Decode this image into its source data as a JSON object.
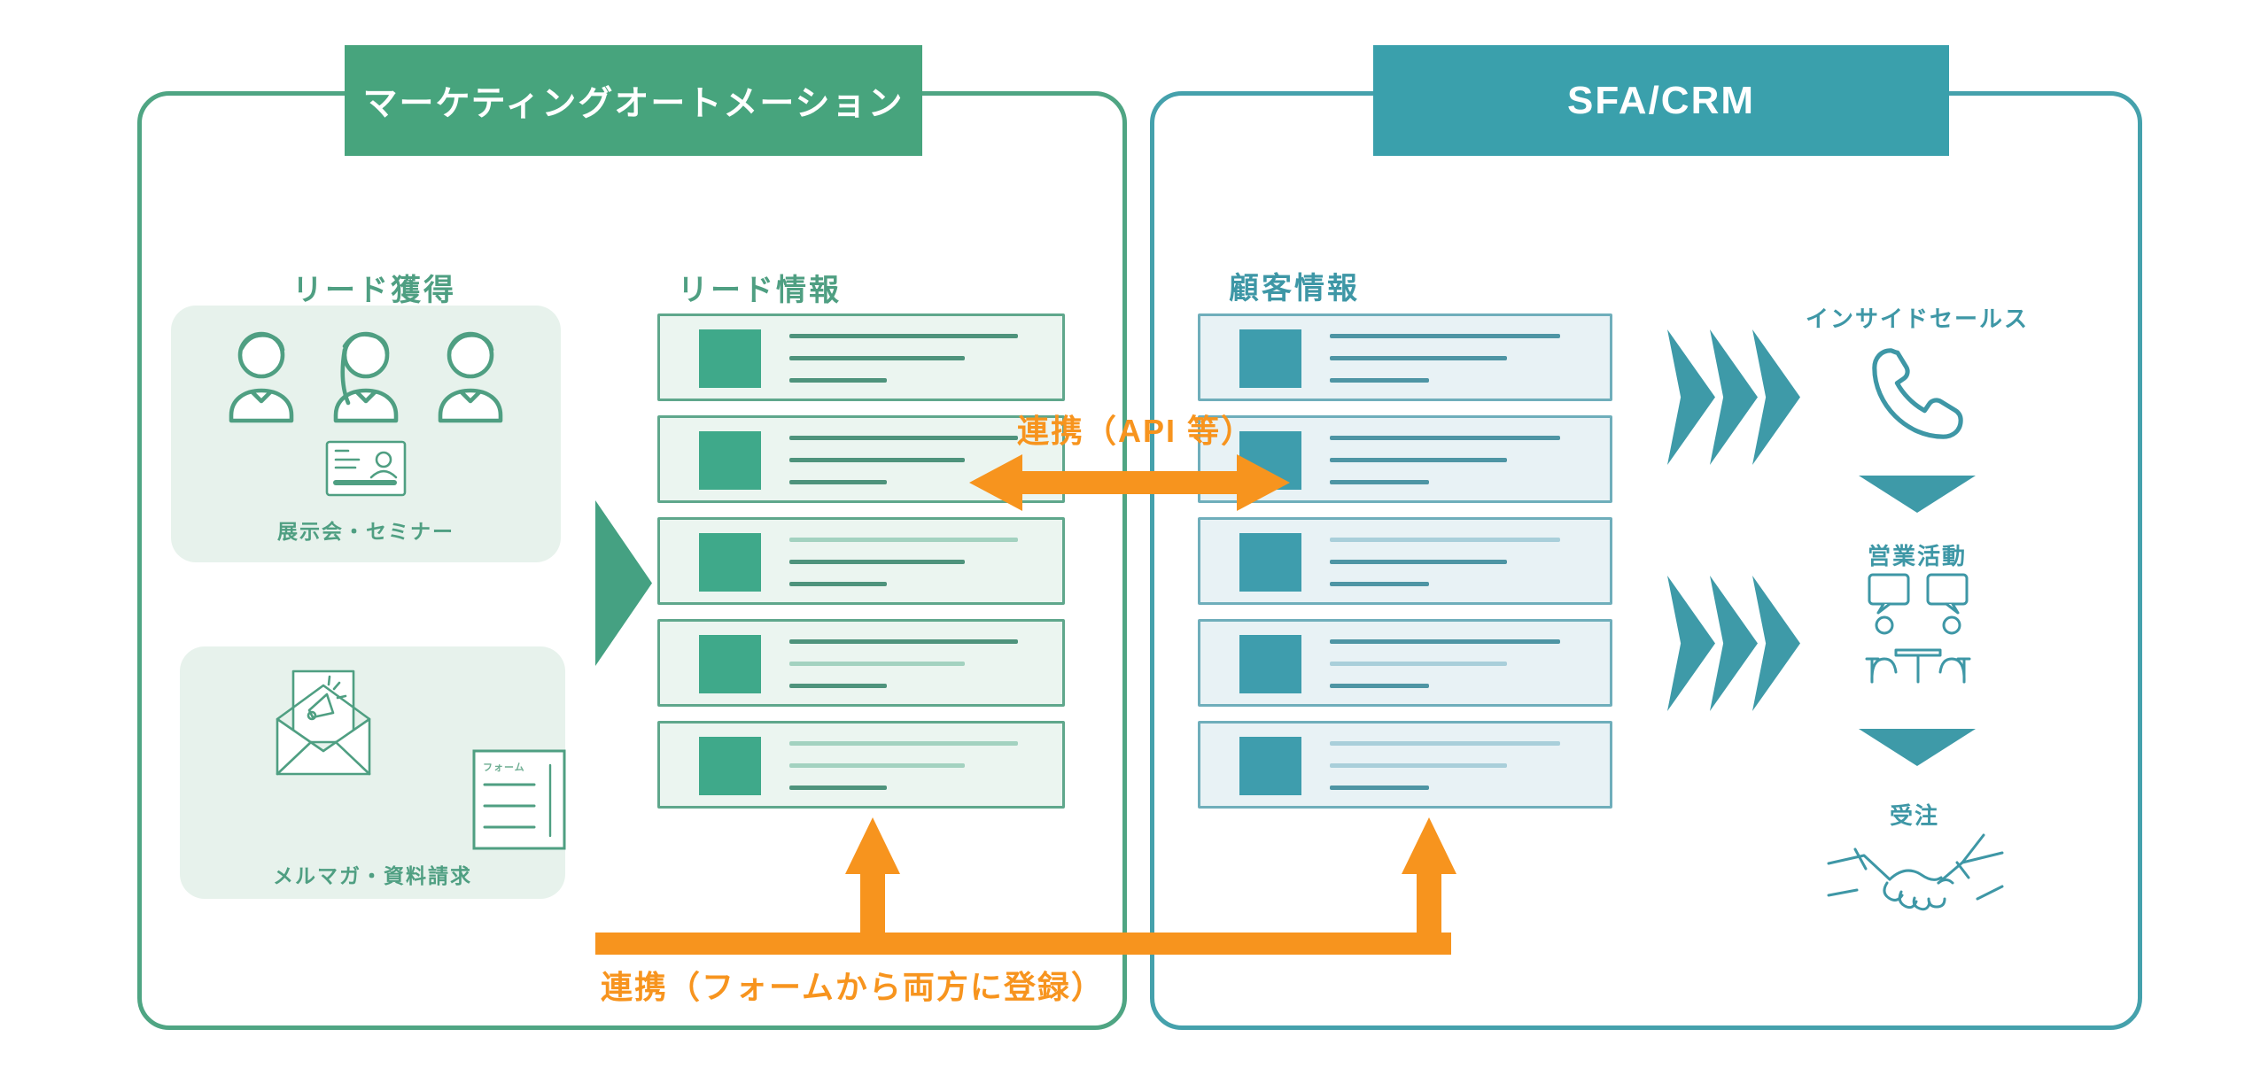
{
  "ma_panel": {
    "header": "マーケティングオートメーション"
  },
  "sfa_panel": {
    "header": "SFA/CRM"
  },
  "labels": {
    "lead_acquisition": "リード獲得",
    "lead_info": "リード情報",
    "customer_info": "顧客情報"
  },
  "lead_sources": {
    "exhibition_caption": "展示会・セミナー",
    "mail_caption": "メルマガ・資料請求",
    "form_doc_label": "フォーム"
  },
  "sync": {
    "api_label": "連携（API 等）",
    "form_label": "連携（フォームから両方に登録）"
  },
  "sales_flow": {
    "inside_sales": "インサイドセールス",
    "sales_activity": "営業活動",
    "order": "受注"
  },
  "lead_cards": {
    "line_widths": [
      258,
      198,
      110
    ],
    "rows": [
      [
        "dark",
        "dark",
        "dark"
      ],
      [
        "dark",
        "dark",
        "dark"
      ],
      [
        "light",
        "dark",
        "dark"
      ],
      [
        "dark",
        "light",
        "dark"
      ],
      [
        "light",
        "light",
        "dark"
      ]
    ]
  },
  "customer_cards": {
    "line_widths": [
      260,
      200,
      112
    ],
    "rows": [
      [
        "dark",
        "dark",
        "dark"
      ],
      [
        "dark",
        "dark",
        "dark"
      ],
      [
        "light",
        "dark",
        "dark"
      ],
      [
        "dark",
        "light",
        "dark"
      ],
      [
        "light",
        "light",
        "dark"
      ]
    ]
  },
  "icons": {
    "person": "person-icon",
    "id_card": "id-card-icon",
    "envelope_megaphone": "envelope-megaphone-icon",
    "form_document": "form-document-icon",
    "feed_triangle": "right-triangle-arrow-icon",
    "chevrons": "triple-chevron-icon",
    "phone": "phone-icon",
    "meeting": "meeting-icon",
    "down_arrow": "down-arrow-icon",
    "handshake": "handshake-icon"
  },
  "colors": {
    "green_header": "#47A47D",
    "green_border": "#4FA583",
    "green_text": "#4F9F82",
    "light_green_box": "#E7F2EC",
    "card_green_border": "#5FA78C",
    "square_green": "#3FA98A",
    "teal_header": "#3AA0AC",
    "teal_border": "#45A1AC",
    "teal_text": "#3E97A6",
    "square_teal": "#3E9DAD",
    "chevron_teal": "#3E9AA8",
    "orange": "#F7941E"
  }
}
